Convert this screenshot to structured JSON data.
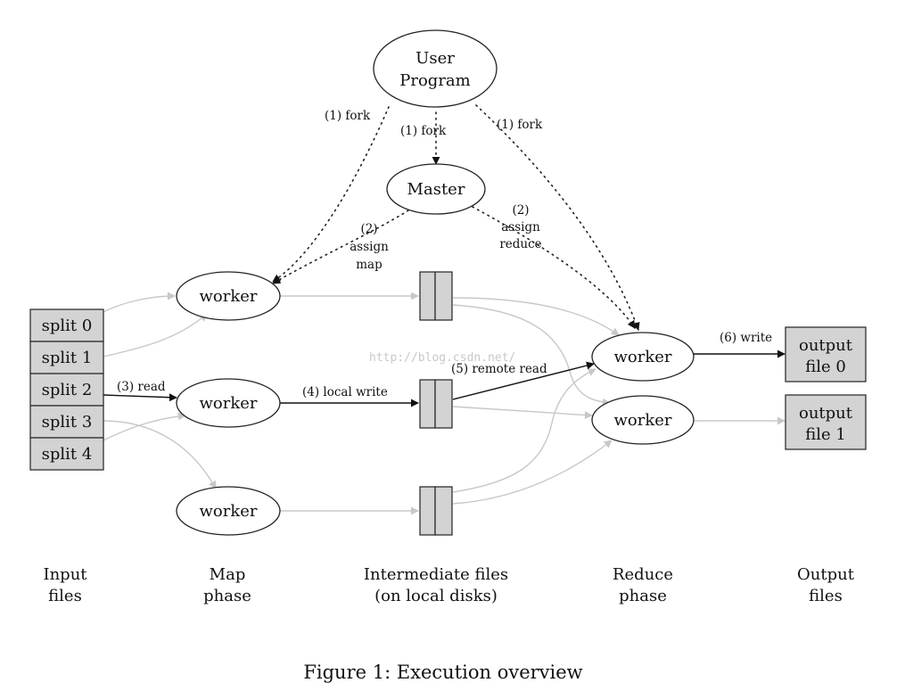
{
  "nodes": {
    "user_program": {
      "line1": "User",
      "line2": "Program"
    },
    "master": "Master",
    "map_workers": [
      "worker",
      "worker",
      "worker"
    ],
    "reduce_workers": [
      "worker",
      "worker"
    ],
    "splits": [
      "split 0",
      "split 1",
      "split 2",
      "split 3",
      "split 4"
    ],
    "outputs": [
      {
        "line1": "output",
        "line2": "file 0"
      },
      {
        "line1": "output",
        "line2": "file 1"
      }
    ]
  },
  "edge_labels": {
    "fork_left": "(1) fork",
    "fork_center": "(1) fork",
    "fork_right": "(1) fork",
    "assign_map": {
      "line1": "(2)",
      "line2": "assign",
      "line3": "map"
    },
    "assign_reduce": {
      "line1": "(2)",
      "line2": "assign",
      "line3": "reduce"
    },
    "read": "(3) read",
    "local_write": "(4) local write",
    "remote_read": "(5) remote read",
    "write": "(6) write"
  },
  "columns": [
    {
      "line1": "Input",
      "line2": "files"
    },
    {
      "line1": "Map",
      "line2": "phase"
    },
    {
      "line1": "Intermediate files",
      "line2": "(on local disks)"
    },
    {
      "line1": "Reduce",
      "line2": "phase"
    },
    {
      "line1": "Output",
      "line2": "files"
    }
  ],
  "caption": "Figure 1: Execution overview",
  "watermark": "http://blog.csdn.net/",
  "colors": {
    "box_fill": "#d3d3d3",
    "faded_edge": "#c8c8c8",
    "stroke": "#222222"
  }
}
